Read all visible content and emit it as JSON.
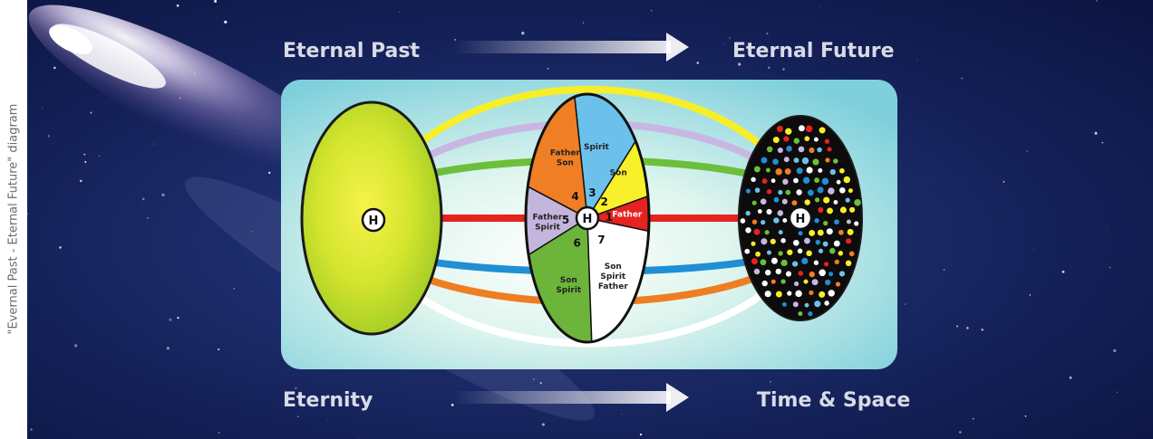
{
  "caption": "\"Evernal Past - Eternal Future\" diagram",
  "labels": {
    "top_left": "Eternal Past",
    "top_right": "Eternal Future",
    "bottom_left": "Eternity",
    "bottom_right": "Time & Space"
  },
  "hub_letter": "H",
  "segments": [
    {
      "number": "1",
      "lines": [
        "Father"
      ],
      "color": "#e52320"
    },
    {
      "number": "2",
      "lines": [
        "Son"
      ],
      "color": "#f8f02a"
    },
    {
      "number": "3",
      "lines": [
        "Spirit"
      ],
      "color": "#6cc1ec"
    },
    {
      "number": "4",
      "lines": [
        "Father",
        "Son"
      ],
      "color": "#f07e25"
    },
    {
      "number": "5",
      "lines": [
        "Father",
        "Spirit"
      ],
      "color": "#c4b5dd"
    },
    {
      "number": "6",
      "lines": [
        "Son",
        "Spirit"
      ],
      "color": "#6cb43a"
    },
    {
      "number": "7",
      "lines": [
        "Son",
        "Spirit",
        "Father"
      ],
      "color": "#ffffff"
    }
  ],
  "colors": {
    "ring_yellow": "#f7ee2a",
    "ring_lavender": "#c8b7e3",
    "ring_green": "#6cbf3a",
    "ring_red": "#e52320",
    "ring_blue": "#1f8fd6",
    "ring_orange": "#ef7d22",
    "ring_white": "#ffffff",
    "panel": "#9fe0e4",
    "left_oval": "#bedc2a"
  }
}
